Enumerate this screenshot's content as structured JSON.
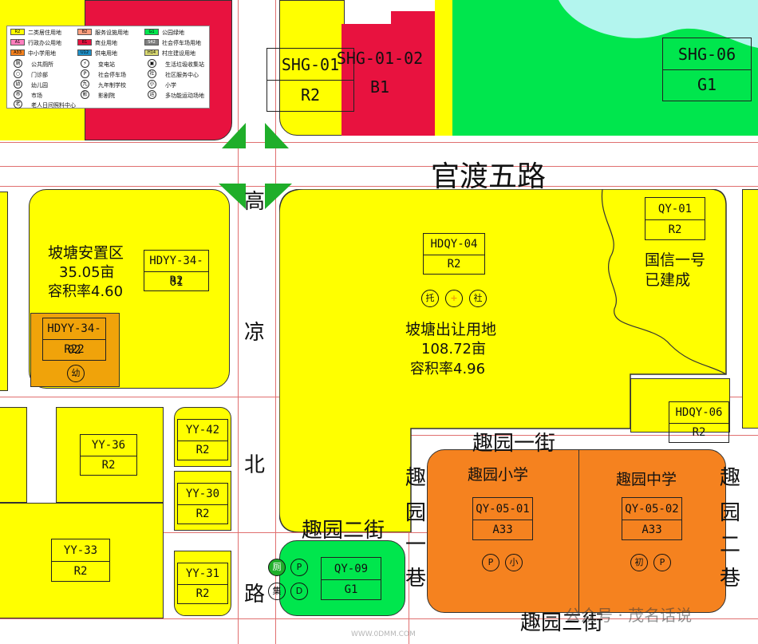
{
  "roads": {
    "guandu": "官渡五路",
    "gaoliang": [
      "高",
      "凉",
      "北",
      "路"
    ],
    "quyuan1": "趣园一街",
    "quyuan2": "趣园二街",
    "quyuan3": "趣园三街",
    "quyuan_lane_left": [
      "趣",
      "园",
      "一",
      "巷"
    ],
    "quyuan_lane_right": [
      "趣",
      "园",
      "二",
      "巷"
    ]
  },
  "parcels": {
    "shg01": {
      "code": "SHG-01",
      "use": "R2"
    },
    "shg0102": {
      "code": "SHG-01-02",
      "use": "B1"
    },
    "shg06": {
      "code": "SHG-06",
      "use": "G1"
    },
    "qy01": {
      "code": "QY-01",
      "use": "R2"
    },
    "hdqy04": {
      "code": "HDQY-04",
      "use": "R2"
    },
    "hdyy3401": {
      "code": "HDYY-34-01",
      "use": "R2"
    },
    "hdyy3402": {
      "code": "HDYY-34-02",
      "use": "R22"
    },
    "hdqy06": {
      "code": "HDQY-06",
      "use": "R2"
    },
    "yy36": {
      "code": "YY-36",
      "use": "R2"
    },
    "yy42": {
      "code": "YY-42",
      "use": "R2"
    },
    "yy30": {
      "code": "YY-30",
      "use": "R2"
    },
    "yy31": {
      "code": "YY-31",
      "use": "R2"
    },
    "yy33": {
      "code": "YY-33",
      "use": "R2"
    },
    "qy09": {
      "code": "QY-09",
      "use": "G1"
    },
    "qy0501": {
      "code": "QY-05-01",
      "use": "A33"
    },
    "qy0502": {
      "code": "QY-05-02",
      "use": "A33"
    }
  },
  "areas": {
    "potang_resettle": {
      "name": "坡塘安置区",
      "area": "35.05亩",
      "far": "容积率4.60"
    },
    "guoxin": {
      "line1": "国信一号",
      "line2": "已建成"
    },
    "potang_sale": {
      "name": "坡塘出让用地",
      "area": "108.72亩",
      "far": "容积率4.96"
    },
    "primary_school": "趣园小学",
    "middle_school": "趣园中学"
  },
  "facility_icons": {
    "tuo": "托",
    "plus": "+",
    "she": "社",
    "you": "幼",
    "p": "P",
    "xiao": "小",
    "chu": "初",
    "ji": "集",
    "toilet": "厕",
    "bus": "D"
  },
  "legend": {
    "items": [
      {
        "code": "R2",
        "label": "二类居住用地",
        "color": "#ffff00"
      },
      {
        "code": "B2",
        "label": "服务设施用地",
        "color": "#ff9f7f"
      },
      {
        "code": "G1",
        "label": "公园绿地",
        "color": "#00e64d"
      },
      {
        "code": "A1",
        "label": "行政办公用地",
        "color": "#ff7fbf"
      },
      {
        "code": "B1",
        "label": "商业用地",
        "color": "#e8123f"
      },
      {
        "code": "S42",
        "label": "社会停车场用地",
        "color": "#808080"
      },
      {
        "code": "A33",
        "label": "中小学用地",
        "color": "#f5821f"
      },
      {
        "code": "U12",
        "label": "供电用地",
        "color": "#1e90c8"
      },
      {
        "code": "H14",
        "label": "村庄建设用地",
        "color": "#d8d870"
      }
    ],
    "icons": [
      {
        "glyph": "厕",
        "label": "公共厕所"
      },
      {
        "glyph": "⚡",
        "label": "变电站"
      },
      {
        "glyph": "▣",
        "label": "生活垃圾收集站"
      },
      {
        "glyph": "○",
        "label": "门诊部"
      },
      {
        "glyph": "P",
        "label": "社会停车场"
      },
      {
        "glyph": "社",
        "label": "社区服务中心"
      },
      {
        "glyph": "幼",
        "label": "幼儿园"
      },
      {
        "glyph": "九",
        "label": "九年制学校"
      },
      {
        "glyph": "小",
        "label": "小学"
      },
      {
        "glyph": "市",
        "label": "市场"
      },
      {
        "glyph": "影",
        "label": "影剧院"
      },
      {
        "glyph": "运",
        "label": "多功能运动场地"
      },
      {
        "glyph": "老",
        "label": "老人日间照料中心"
      }
    ]
  },
  "watermark": {
    "text": "公众号 · 茂名话说",
    "site": "WWW.0DMM.COM"
  },
  "colors": {
    "residential": "#ffff00",
    "commercial": "#e8123f",
    "green": "#00e64d",
    "school": "#f5821f",
    "kindergarten": "#f0a30a",
    "water": "#b3f5ee",
    "redline": "#e07070"
  }
}
